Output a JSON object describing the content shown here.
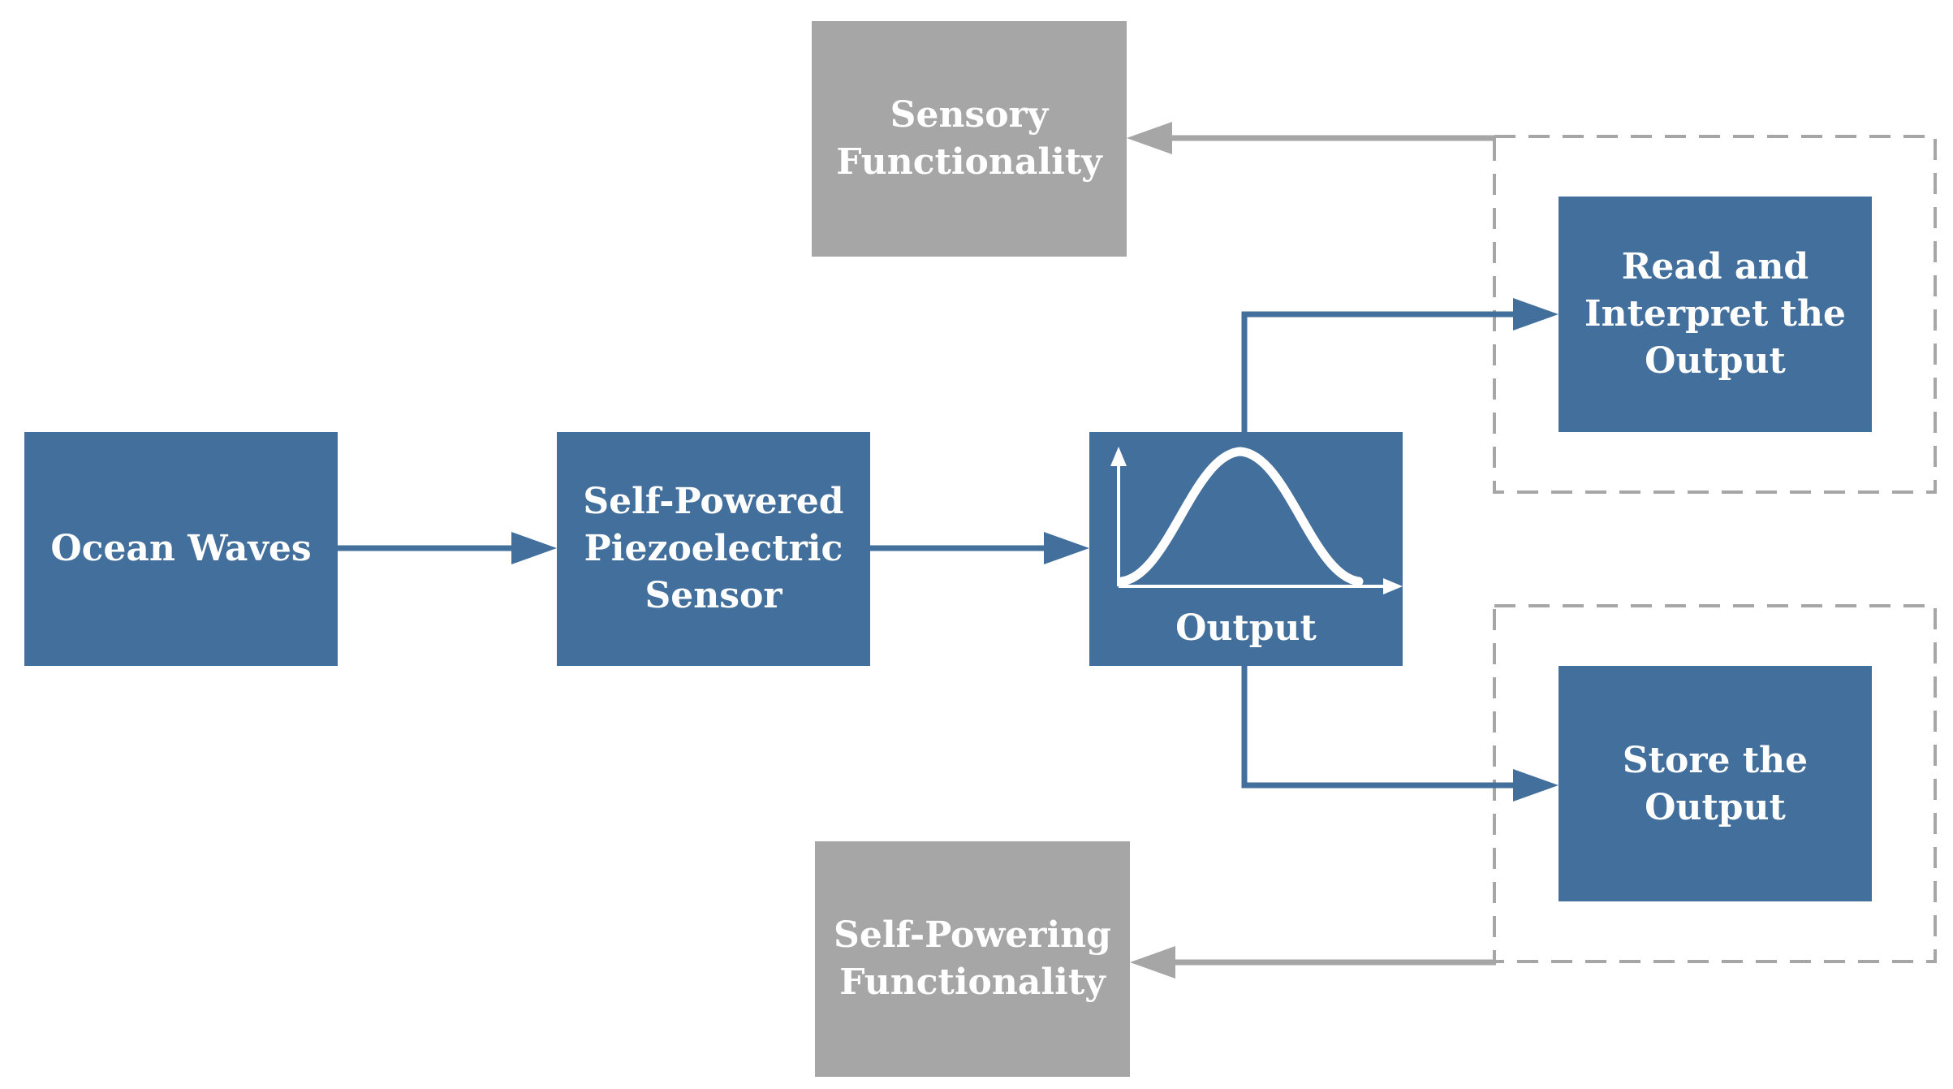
{
  "colors": {
    "primary_box": "#426f9b",
    "secondary_box": "#a6a6a6",
    "primary_arrow": "#426f9b",
    "secondary_arrow": "#a6a6a6",
    "dashed_border": "#a6a6a6",
    "box_text": "#ffffff"
  },
  "nodes": {
    "ocean_waves": {
      "lines": [
        "Ocean Waves"
      ]
    },
    "sensor": {
      "lines": [
        "Self-Powered",
        "Piezoelectric",
        "Sensor"
      ]
    },
    "output": {
      "label": "Output",
      "icon": "bell-curve-graph-icon"
    },
    "read_interpret": {
      "lines": [
        "Read and",
        "Interpret the",
        "Output"
      ]
    },
    "store": {
      "lines": [
        "Store the",
        "Output"
      ]
    },
    "sensory": {
      "lines": [
        "Sensory",
        "Functionality"
      ]
    },
    "self_powering": {
      "lines": [
        "Self-Powering",
        "Functionality"
      ]
    }
  },
  "edges": [
    {
      "from": "ocean_waves",
      "to": "sensor"
    },
    {
      "from": "sensor",
      "to": "output"
    },
    {
      "from": "output",
      "to": "read_interpret"
    },
    {
      "from": "output",
      "to": "store"
    },
    {
      "from": "read_interpret_group",
      "to": "sensory"
    },
    {
      "from": "store_group",
      "to": "self_powering"
    }
  ]
}
